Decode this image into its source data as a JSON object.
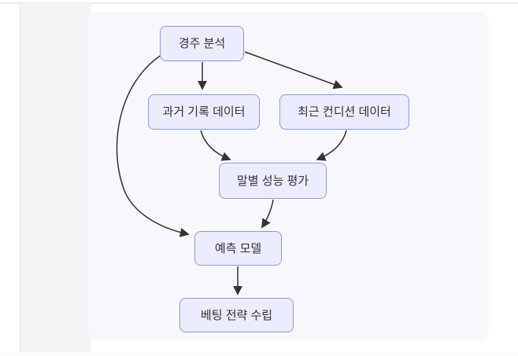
{
  "diagram": {
    "type": "flowchart-top-down",
    "panel_background": "#f7f8fb",
    "node_fill": "#ececff",
    "node_border": "#8e96df",
    "edge_color": "#333333",
    "nodes": [
      {
        "id": "A",
        "label": "경주 분석"
      },
      {
        "id": "B",
        "label": "과거 기록 데이터"
      },
      {
        "id": "C",
        "label": "최근 컨디션 데이터"
      },
      {
        "id": "D",
        "label": "말별 성능 평가"
      },
      {
        "id": "E",
        "label": "예측 모델"
      },
      {
        "id": "F",
        "label": "베팅 전략 수립"
      }
    ],
    "edges": [
      {
        "from": "경주 분석",
        "to": "과거 기록 데이터"
      },
      {
        "from": "경주 분석",
        "to": "최근 컨디션 데이터"
      },
      {
        "from": "과거 기록 데이터",
        "to": "말별 성능 평가"
      },
      {
        "from": "최근 컨디션 데이터",
        "to": "말별 성능 평가"
      },
      {
        "from": "경주 분석",
        "to": "예측 모델"
      },
      {
        "from": "말별 성능 평가",
        "to": "예측 모델"
      },
      {
        "from": "예측 모델",
        "to": "베팅 전략 수립"
      }
    ]
  }
}
